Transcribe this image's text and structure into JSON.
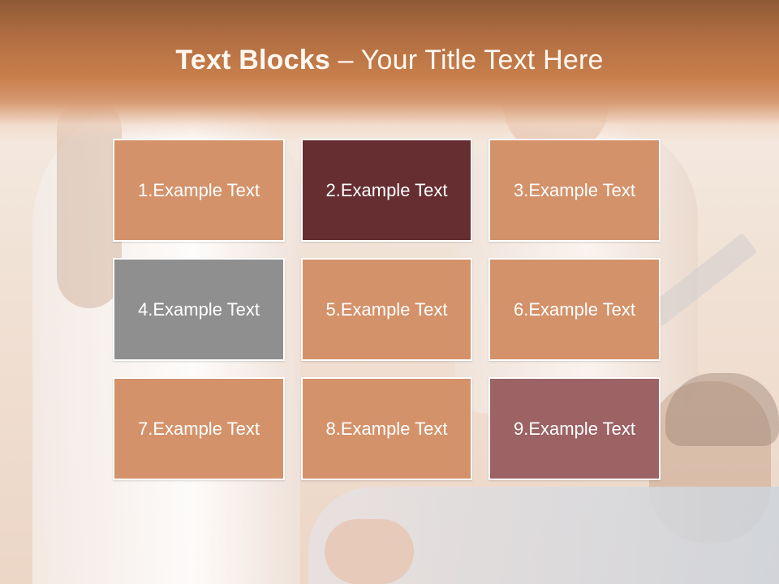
{
  "title": {
    "bold": "Text Blocks",
    "separator": " – ",
    "rest": "Your Title Text Here"
  },
  "blocks": [
    {
      "label": "1.Example Text",
      "color": "#d4926a"
    },
    {
      "label": "2.Example Text",
      "color": "#662e31"
    },
    {
      "label": "3.Example Text",
      "color": "#d4926a"
    },
    {
      "label": "4.Example Text",
      "color": "#8f8f8f"
    },
    {
      "label": "5.Example Text",
      "color": "#d4926a"
    },
    {
      "label": "6.Example Text",
      "color": "#d4926a"
    },
    {
      "label": "7.Example Text",
      "color": "#d4926a"
    },
    {
      "label": "8.Example Text",
      "color": "#d4926a"
    },
    {
      "label": "9.Example Text",
      "color": "#9c6264"
    }
  ]
}
